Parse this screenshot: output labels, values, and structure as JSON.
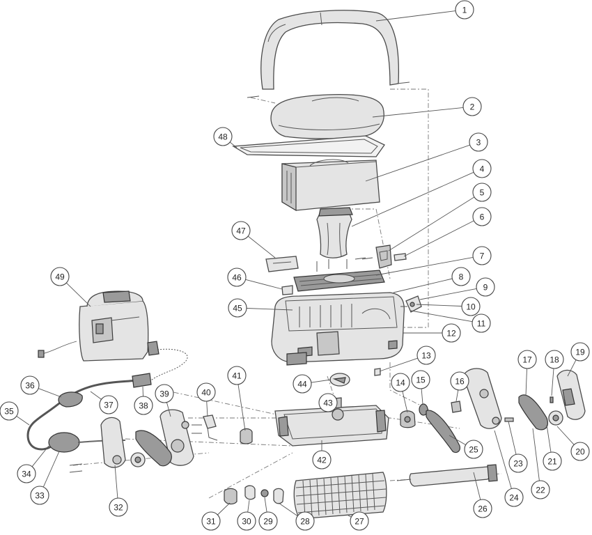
{
  "diagram": {
    "callouts": [
      {
        "n": "1"
      },
      {
        "n": "2"
      },
      {
        "n": "3"
      },
      {
        "n": "4"
      },
      {
        "n": "5"
      },
      {
        "n": "6"
      },
      {
        "n": "7"
      },
      {
        "n": "8"
      },
      {
        "n": "9"
      },
      {
        "n": "10"
      },
      {
        "n": "11"
      },
      {
        "n": "12"
      },
      {
        "n": "13"
      },
      {
        "n": "14"
      },
      {
        "n": "15"
      },
      {
        "n": "16"
      },
      {
        "n": "17"
      },
      {
        "n": "18"
      },
      {
        "n": "19"
      },
      {
        "n": "20"
      },
      {
        "n": "21"
      },
      {
        "n": "22"
      },
      {
        "n": "23"
      },
      {
        "n": "24"
      },
      {
        "n": "25"
      },
      {
        "n": "26"
      },
      {
        "n": "27"
      },
      {
        "n": "28"
      },
      {
        "n": "29"
      },
      {
        "n": "30"
      },
      {
        "n": "31"
      },
      {
        "n": "32"
      },
      {
        "n": "33"
      },
      {
        "n": "34"
      },
      {
        "n": "35"
      },
      {
        "n": "36"
      },
      {
        "n": "37"
      },
      {
        "n": "38"
      },
      {
        "n": "39"
      },
      {
        "n": "40"
      },
      {
        "n": "41"
      },
      {
        "n": "42"
      },
      {
        "n": "43"
      },
      {
        "n": "44"
      },
      {
        "n": "45"
      },
      {
        "n": "46"
      },
      {
        "n": "47"
      },
      {
        "n": "48"
      },
      {
        "n": "49"
      }
    ]
  }
}
